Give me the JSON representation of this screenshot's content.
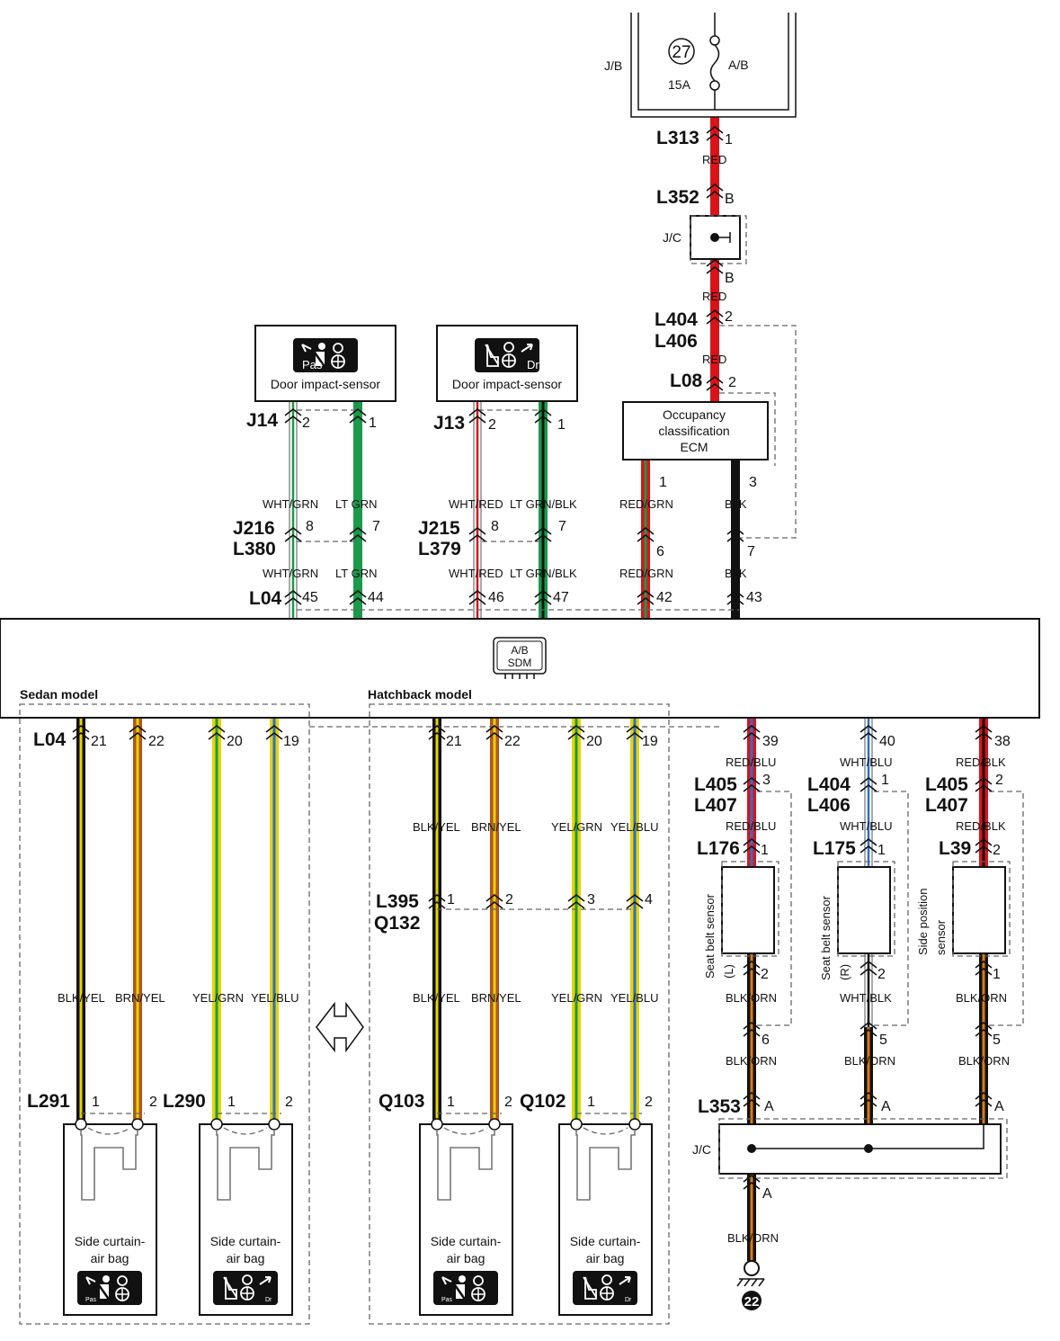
{
  "junction_block": {
    "label": "J/B",
    "fuse_no": "27",
    "fuse_rating": "15A",
    "fuse_name": "A/B"
  },
  "jc_top": "J/C",
  "jc_bottom": "J/C",
  "ground_no": "22",
  "sdm_label_1": "A/B",
  "sdm_label_2": "SDM",
  "model_sedan": "Sedan model",
  "model_hatchback": "Hatchback model",
  "door_sensor_pas": {
    "name": "Door impact-sensor",
    "conn": "J14",
    "pins": [
      "2",
      "1"
    ],
    "badge": "Pas"
  },
  "door_sensor_dr": {
    "name": "Door impact-sensor",
    "conn": "J13",
    "pins": [
      "2",
      "1"
    ],
    "badge": "Dr"
  },
  "ocs_ecm": {
    "line1": "Occupancy",
    "line2": "classification",
    "line3": "ECM",
    "pins": [
      "1",
      "3"
    ]
  },
  "seat_belt_l": {
    "line1": "Seat belt sensor",
    "line2": "(L)",
    "pins": [
      "1",
      "2"
    ]
  },
  "seat_belt_r": {
    "line1": "Seat belt sensor",
    "line2": "(R)",
    "pins": [
      "1",
      "2"
    ]
  },
  "side_pos": {
    "line1": "Side position",
    "line2": "sensor",
    "pins": [
      "2",
      "1"
    ]
  },
  "airbag": {
    "line1": "Side curtain-",
    "line2": "air bag",
    "pas": "Pas",
    "dr": "Dr"
  },
  "connectors": {
    "L313": "L313",
    "L352": "L352",
    "L404": "L404",
    "L406": "L406",
    "L08": "L08",
    "J216": "J216",
    "L380": "L380",
    "J215": "J215",
    "L379": "L379",
    "L04": "L04",
    "L405": "L405",
    "L407": "L407",
    "L39": "L39",
    "L176": "L176",
    "L175": "L175",
    "L395": "L395",
    "Q132": "Q132",
    "L291": "L291",
    "L290": "L290",
    "Q103": "Q103",
    "Q102": "Q102",
    "L353": "L353"
  },
  "pins": {
    "p1": "1",
    "p2": "2",
    "p3": "3",
    "p4": "4",
    "p5": "5",
    "p6": "6",
    "p7": "7",
    "p8": "8",
    "B": "B",
    "A": "A",
    "p19": "19",
    "p20": "20",
    "p21": "21",
    "p22": "22",
    "p38": "38",
    "p39": "39",
    "p40": "40",
    "p42": "42",
    "p43": "43",
    "p44": "44",
    "p45": "45",
    "p46": "46",
    "p47": "47"
  },
  "wire_colors": {
    "RED": "RED",
    "WHT_GRN": "WHT/GRN",
    "LT_GRN": "LT GRN",
    "WHT_RED": "WHT/RED",
    "LT_GRN_BLK": "LT GRN/BLK",
    "RED_GRN": "RED/GRN",
    "BLK": "BLK",
    "RED_BLU": "RED/BLU",
    "WHT_BLU": "WHT/BLU",
    "RED_BLK": "RED/BLK",
    "BLK_ORN": "BLK/ORN",
    "WHT_BLK": "WHT/BLK",
    "BLK_YEL": "BLK/YEL",
    "BRN_YEL": "BRN/YEL",
    "YEL_GRN": "YEL/GRN",
    "YEL_BLU": "YEL/BLU"
  },
  "colors": {
    "red": "#d8141a",
    "green": "#1a9a4a",
    "black": "#111111",
    "orange": "#e07a10",
    "yellow": "#e6d400",
    "blue": "#2a6fd0",
    "brown": "#b2561e",
    "white": "#ffffff"
  }
}
